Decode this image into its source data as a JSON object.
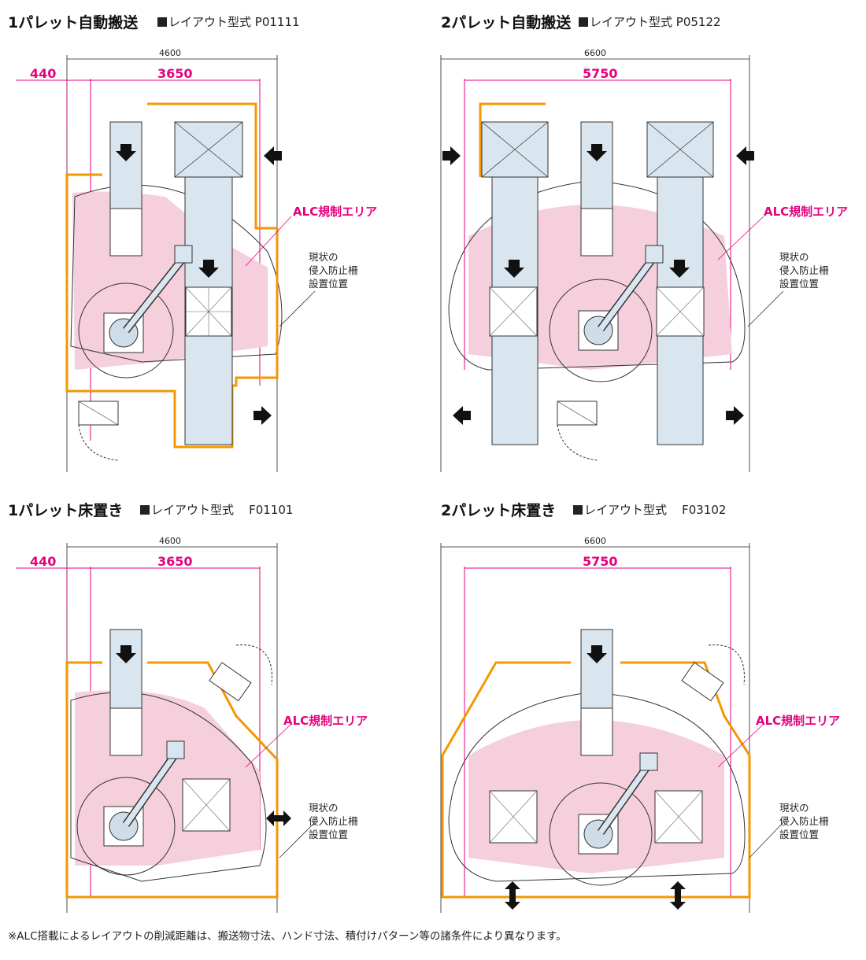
{
  "panels": [
    {
      "title": "1パレット自動搬送",
      "model_label": "レイアウト型式",
      "model_code": "P01111",
      "outer_dim": "4600",
      "reduced_dim": "3650",
      "offset_dim": "440",
      "alc_label": "ALC規制エリア",
      "note_lines": [
        "現状の",
        "侵入防止柵",
        "設置位置"
      ]
    },
    {
      "title": "2パレット自動搬送",
      "model_label": "レイアウト型式",
      "model_code": "P05122",
      "outer_dim": "6600",
      "reduced_dim": "5750",
      "alc_label": "ALC規制エリア",
      "note_lines": [
        "現状の",
        "侵入防止柵",
        "設置位置"
      ]
    },
    {
      "title": "1パレット床置き",
      "model_label": "レイアウト型式",
      "model_code": "F01101",
      "outer_dim": "4600",
      "reduced_dim": "3650",
      "offset_dim": "440",
      "alc_label": "ALC規制エリア",
      "note_lines": [
        "現状の",
        "侵入防止柵",
        "設置位置"
      ]
    },
    {
      "title": "2パレット床置き",
      "model_label": "レイアウト型式",
      "model_code": "F03102",
      "outer_dim": "6600",
      "reduced_dim": "5750",
      "alc_label": "ALC規制エリア",
      "note_lines": [
        "現状の",
        "侵入防止柵",
        "設置位置"
      ]
    }
  ],
  "footnote": "※ALC搭載によるレイアウトの削減距離は、搬送物寸法、ハンド寸法、積付けパターン等の諸条件により異なります。",
  "colors": {
    "fence": "#f39800",
    "alc": "#e5007e",
    "zone_fill": "#f6cfdc",
    "conveyor": "#d9e6ef"
  },
  "icons": [
    "arrow-down-icon",
    "arrow-left-icon",
    "arrow-right-icon",
    "double-arrow-icon",
    "robot-arm-icon",
    "pallet-icon"
  ]
}
